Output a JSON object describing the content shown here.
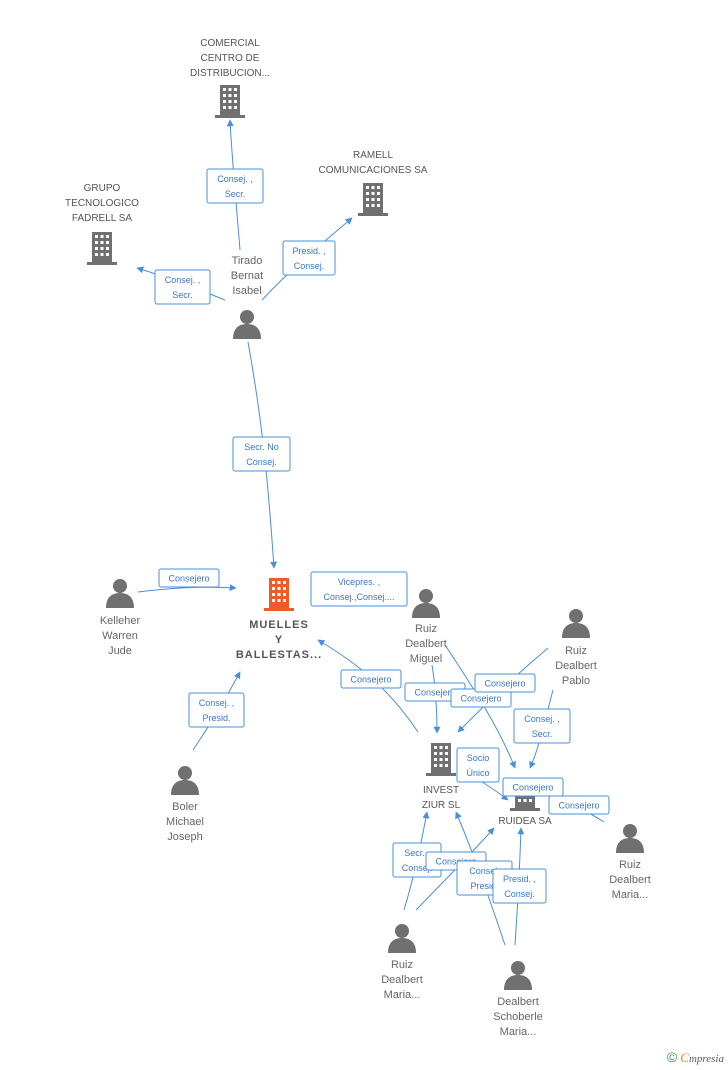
{
  "colors": {
    "edge": "#4a8fd8",
    "icon": "#707070",
    "focus": "#f05a28"
  },
  "companies": [
    {
      "id": "comercial",
      "lines": [
        "COMERCIAL",
        "CENTRO DE",
        "DISTRIBUCION..."
      ],
      "icon": "building-icon"
    },
    {
      "id": "ramell",
      "lines": [
        "RAMELL",
        "COMUNICACIONES SA"
      ],
      "icon": "building-icon"
    },
    {
      "id": "grupo",
      "lines": [
        "GRUPO",
        "TECNOLOGICO",
        "FADRELL SA"
      ],
      "icon": "building-icon"
    },
    {
      "id": "muelles",
      "lines": [
        "MUELLES",
        "Y",
        "BALLESTAS..."
      ],
      "icon": "building-icon",
      "focus": true
    },
    {
      "id": "invest",
      "lines": [
        "INVEST",
        "ZIUR SL"
      ],
      "icon": "building-icon"
    },
    {
      "id": "ruidea",
      "lines": [
        "RUIDEA SA"
      ],
      "icon": "building-icon"
    }
  ],
  "people": [
    {
      "id": "tirado",
      "lines": [
        "Tirado",
        "Bernat",
        "Isabel"
      ],
      "icon": "person-icon"
    },
    {
      "id": "kelleher",
      "lines": [
        "Kelleher",
        "Warren",
        "Jude"
      ],
      "icon": "person-icon"
    },
    {
      "id": "boler",
      "lines": [
        "Boler",
        "Michael",
        "Joseph"
      ],
      "icon": "person-icon"
    },
    {
      "id": "miguel",
      "lines": [
        "Ruiz",
        "Dealbert",
        "Miguel"
      ],
      "icon": "person-icon"
    },
    {
      "id": "pablo",
      "lines": [
        "Ruiz",
        "Dealbert",
        "Pablo"
      ],
      "icon": "person-icon"
    },
    {
      "id": "maria_r",
      "lines": [
        "Ruiz",
        "Dealbert",
        "Maria..."
      ],
      "icon": "person-icon"
    },
    {
      "id": "maria_b",
      "lines": [
        "Ruiz",
        "Dealbert",
        "Maria..."
      ],
      "icon": "person-icon"
    },
    {
      "id": "schoberle",
      "lines": [
        "Dealbert",
        "Schoberle",
        "Maria..."
      ],
      "icon": "person-icon"
    }
  ],
  "edge_labels": [
    [
      "Consej. ,",
      "Secr."
    ],
    [
      "Presid. ,",
      "Consej."
    ],
    [
      "Consej. ,",
      "Secr."
    ],
    [
      "Secr.  No",
      "Consej."
    ],
    [
      "Consejero"
    ],
    [
      "Vicepres. ,",
      "Consej.,Consej...."
    ],
    [
      "Consej. ,",
      "Presid."
    ],
    [
      "Consejero"
    ],
    [
      "Consejero"
    ],
    [
      "Consejero"
    ],
    [
      "Consejero"
    ],
    [
      "Consej. ,",
      "Secr."
    ],
    [
      "Socio",
      "Único"
    ],
    [
      "Consejero"
    ],
    [
      "Consejero"
    ],
    [
      "Secr. ,",
      "Consej."
    ],
    [
      "Consejero"
    ],
    [
      "Consej.",
      "Presid."
    ],
    [
      "Presid. ,",
      "Consej."
    ]
  ],
  "footer": {
    "copyright": "©",
    "brand_first": "C",
    "brand_rest": "mpresia"
  }
}
